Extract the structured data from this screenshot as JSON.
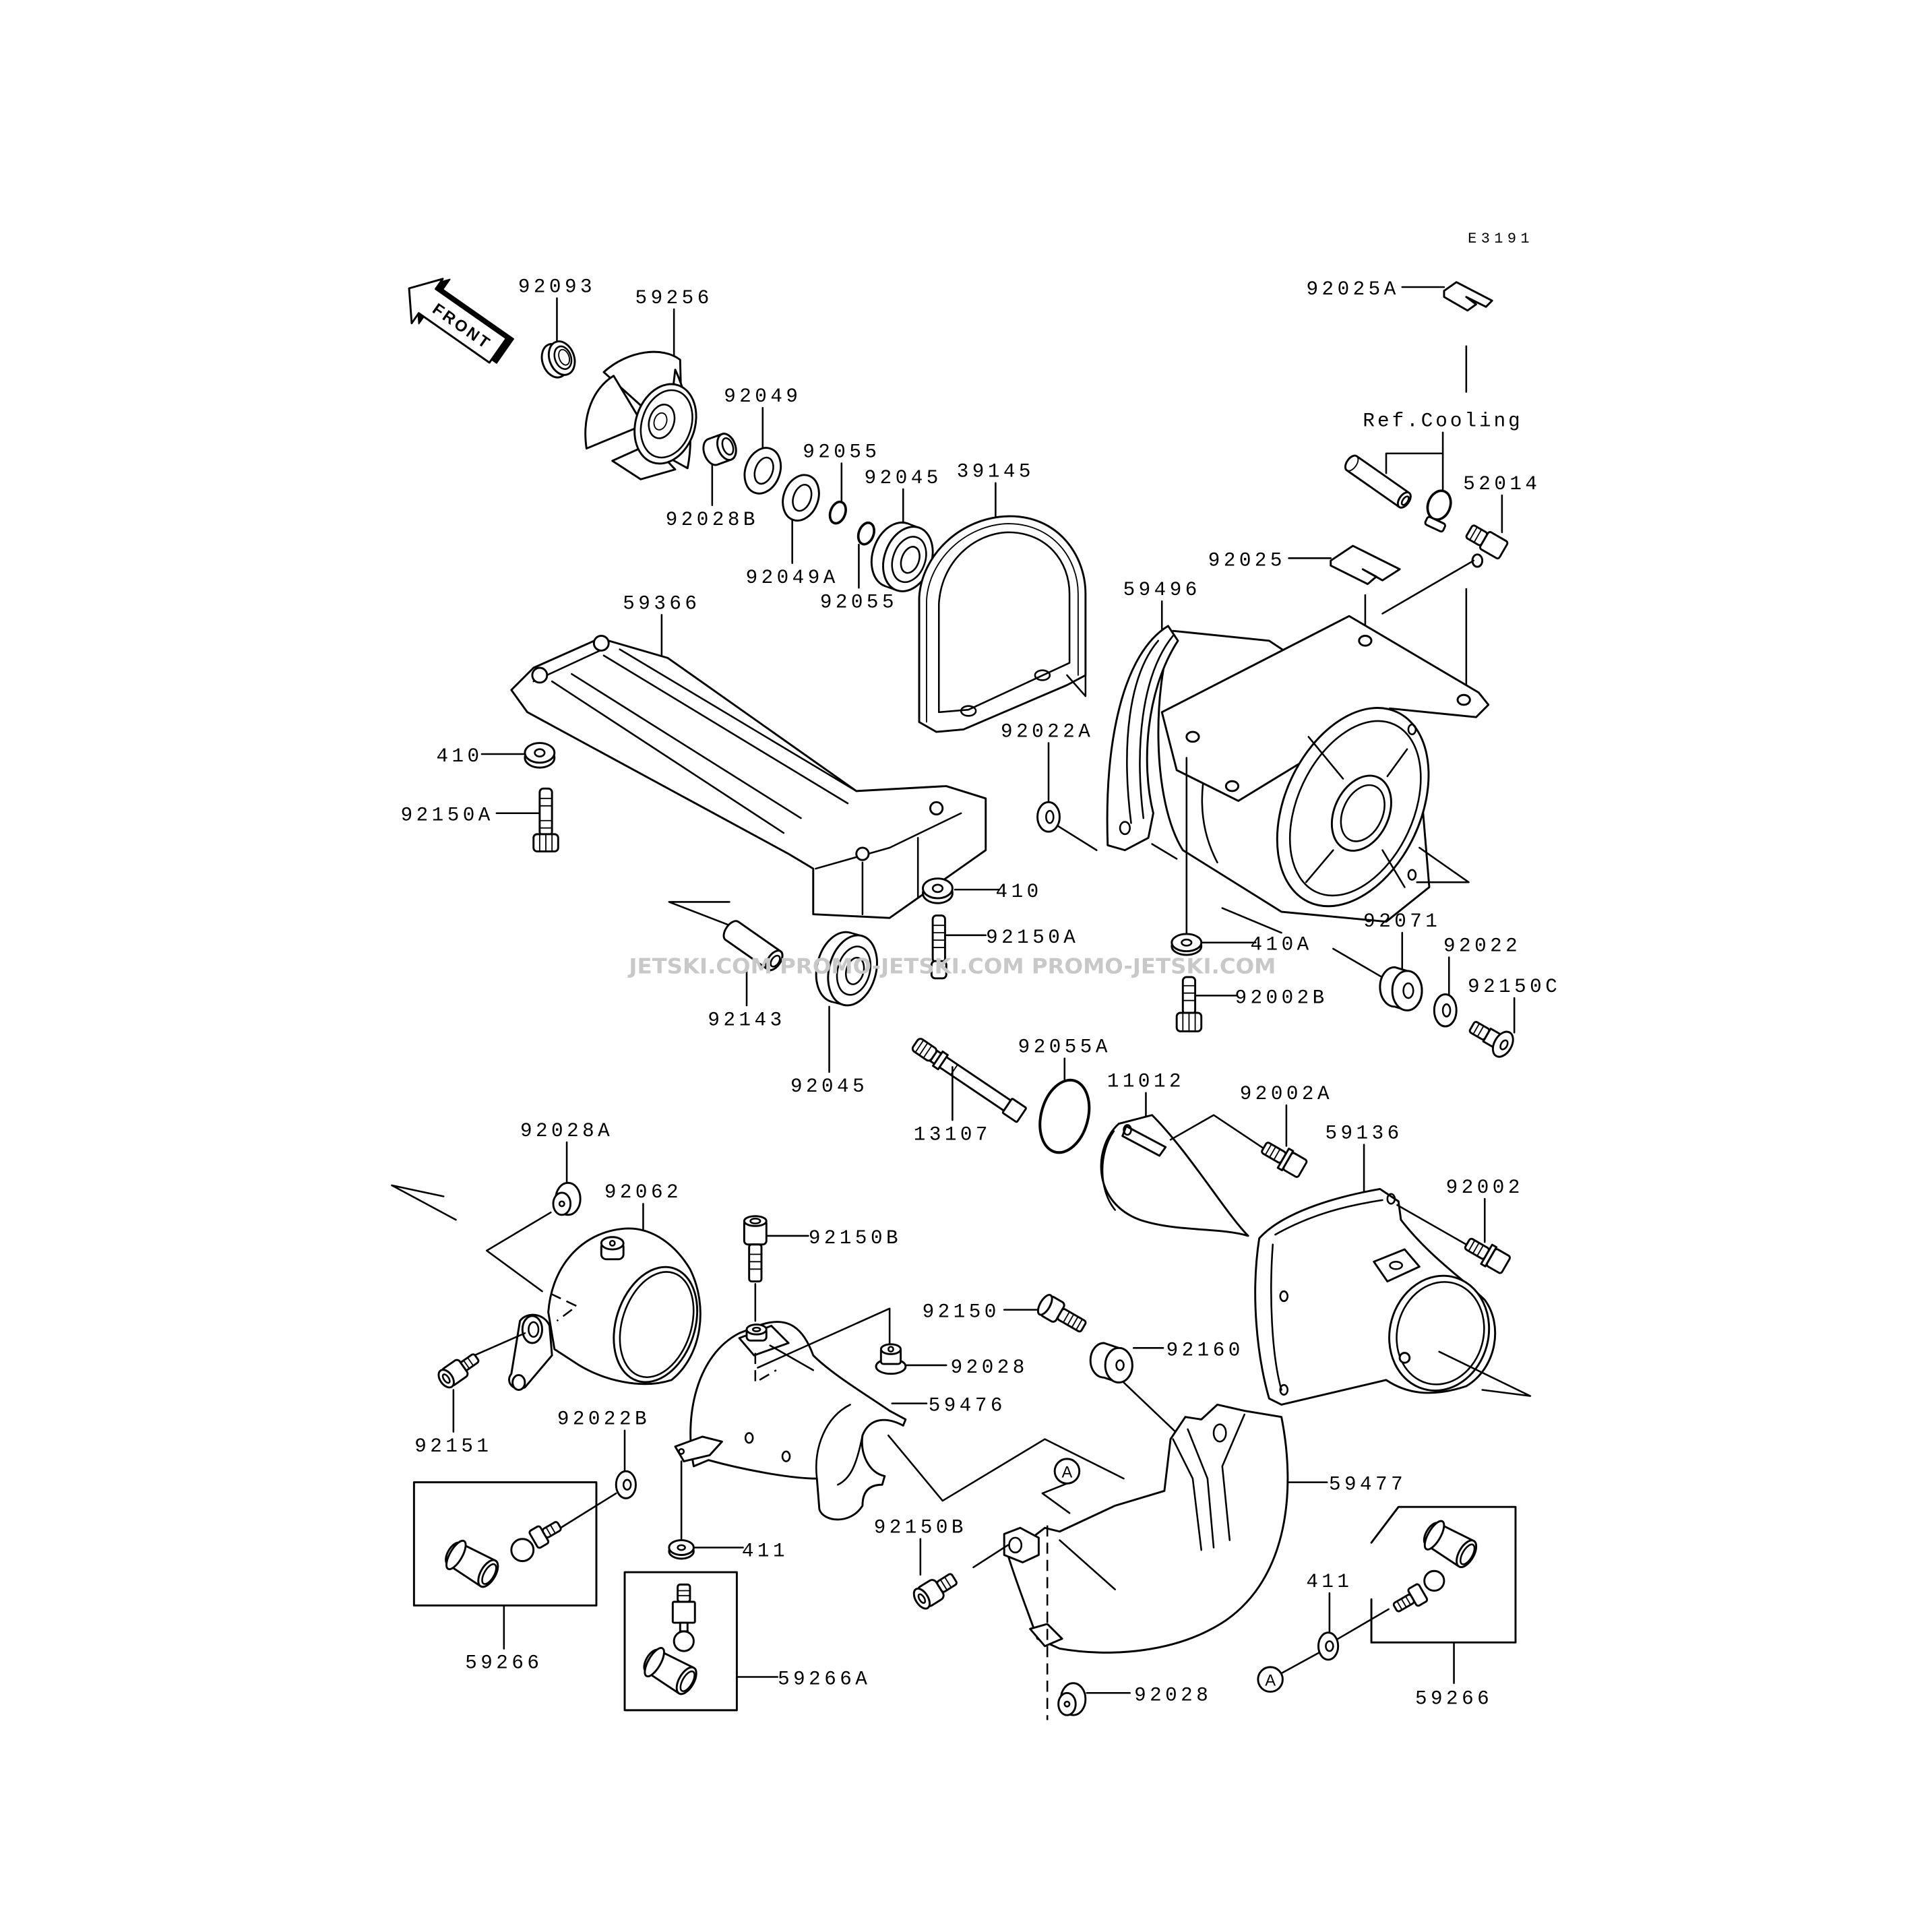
{
  "diagram": {
    "diagram_code": "E3191",
    "front_arrow_label": "FRONT",
    "reference_note": "Ref.Cooling",
    "watermark": "JETSKI.COM PROMO-JETSKI.COM PROMO-JETSKI.COM",
    "callout_markers": [
      "A",
      "A"
    ],
    "part_labels": [
      "92093",
      "59256",
      "92049",
      "92055",
      "92045",
      "39145",
      "92028B",
      "92049A",
      "92055",
      "92025A",
      "52014",
      "92025",
      "59366",
      "59496",
      "410",
      "92150A",
      "92022A",
      "410",
      "92150A",
      "410A",
      "92071",
      "92022",
      "92150C",
      "92002B",
      "92143",
      "92045",
      "92055A",
      "13107",
      "11012",
      "92002A",
      "59136",
      "92028A",
      "92062",
      "92150B",
      "92002",
      "92150",
      "92028",
      "92160",
      "59476",
      "92151",
      "92022B",
      "59477",
      "92150B",
      "411",
      "411",
      "59266",
      "59266A",
      "92028",
      "59266"
    ]
  }
}
